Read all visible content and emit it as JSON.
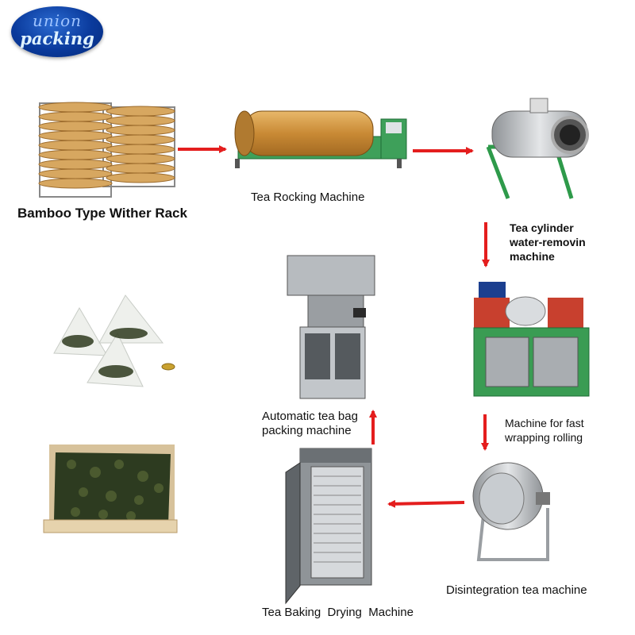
{
  "logo": {
    "line1": "union",
    "line2": "packing",
    "brand_color": "#0a3a9c"
  },
  "steps": {
    "wither_rack": "Bamboo Type Wither Rack",
    "rocking": "Tea Rocking Machine",
    "cylinder_line1": "Tea cylinder",
    "cylinder_line2": "water-removin",
    "cylinder_line3": "machine",
    "wrapping_line1": "Machine for fast",
    "wrapping_line2": "wrapping rolling",
    "disintegration": "Disintegration tea machine",
    "baking": "Tea Baking  Drying  Machine",
    "bag_line1": "Automatic tea bag",
    "bag_line2": "packing machine"
  },
  "colors": {
    "arrow": "#e41e1e",
    "machine_green": "#2e9a4a",
    "machine_steel": "#b9bcbf"
  }
}
